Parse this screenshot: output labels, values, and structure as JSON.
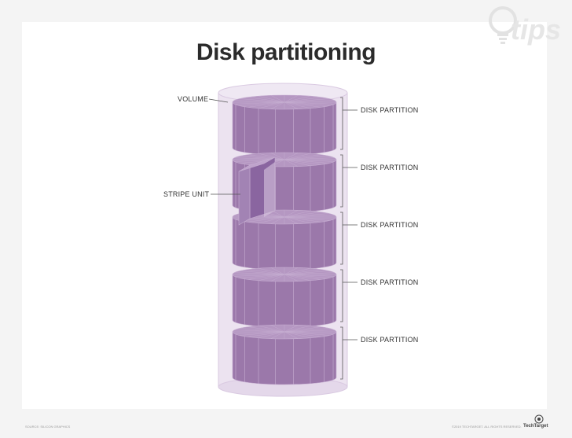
{
  "title": "Disk partitioning",
  "labels": {
    "volume": "VOLUME",
    "stripe_unit": "STRIPE UNIT",
    "partitions": [
      "DISK PARTITION",
      "DISK PARTITION",
      "DISK PARTITION",
      "DISK PARTITION",
      "DISK PARTITION"
    ]
  },
  "footer": {
    "source": "SOURCE: SILICON GRAPHICS",
    "copyright": "©2019 TECHTARGET. ALL RIGHTS RESERVED.",
    "brand": "TechTarget"
  },
  "watermark": {
    "text": "tips"
  },
  "colors": {
    "disk_fill": "#9b78aa",
    "disk_top": "#b597c2",
    "disk_line": "#c7afd2",
    "volume_fill": "#e9dfee",
    "volume_edge": "#d8c8e0"
  }
}
